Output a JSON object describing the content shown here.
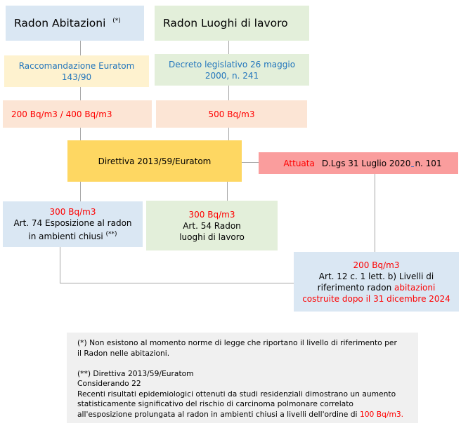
{
  "diagram": {
    "radon_abitazioni": {
      "title": "Radon Abitazioni",
      "note_ref": "(*)"
    },
    "radon_lavoro": {
      "title": "Radon Luoghi di lavoro"
    },
    "euratom": {
      "line1": "Raccomandazione Euratom",
      "line2": "143/90"
    },
    "decreto": {
      "line1": "Decreto legislativo 26 maggio",
      "line2": "2000, n. 241"
    },
    "limit_abitazioni": {
      "value": "200 Bq/m3 / 400 Bq/m3"
    },
    "limit_lavoro": {
      "value": "500 Bq/m3"
    },
    "direttiva": {
      "title": "Direttiva 2013/59/Euratom"
    },
    "attuata": {
      "status": "Attuata",
      "decree": "D.Lgs 31 Luglio 2020",
      "number": "n. 101"
    },
    "art74": {
      "value": "300 Bq/m3",
      "line1": "Art. 74 Esposizione al radon",
      "line2": "in ambienti chiusi ",
      "note_ref": "(**)"
    },
    "art54": {
      "value": "300 Bq/m3",
      "line1": "Art. 54 Radon",
      "line2": "luoghi di lavoro"
    },
    "art12": {
      "value": "200 Bq/m3",
      "line1": "Art. 12 c. 1 lett. b) Livelli di",
      "line2_black": "riferimento radon ",
      "line2_red": "abitazioni",
      "line3_red": "costruite dopo il 31 dicembre 2024"
    }
  },
  "footnote": {
    "p1_line1": "(*) Non esistono al momento norme di legge che riportano il livello di riferimento per",
    "p1_line2": "il Radon nelle abitazioni.",
    "p2_line1": "(**) Direttiva 2013/59/Euratom",
    "p2_line2": "Considerando 22",
    "p2_line3": "Recenti risultati epidemiologici ottenuti da studi residenziali dimostrano un aumento",
    "p2_line4": "statisticamente significativo del rischio di carcinoma polmonare correlato",
    "p2_line5_black": "all'esposizione prolungata al radon in ambienti chiusi a livelli dell'ordine di ",
    "p2_line5_red": "100 Bq/m3."
  },
  "colors": {
    "light_blue_fill": "#dae7f3",
    "light_green_fill": "#e3efda",
    "cream_fill": "#fef2cf",
    "peach_fill": "#fce5d5",
    "yellow_fill": "#fed762",
    "pink_fill": "#fa9d9d",
    "footnote_gray_fill": "#f0f0f0",
    "blue_text": "#2175bc",
    "red_text": "#fe0000",
    "connector_gray": "#a6a6a6"
  }
}
